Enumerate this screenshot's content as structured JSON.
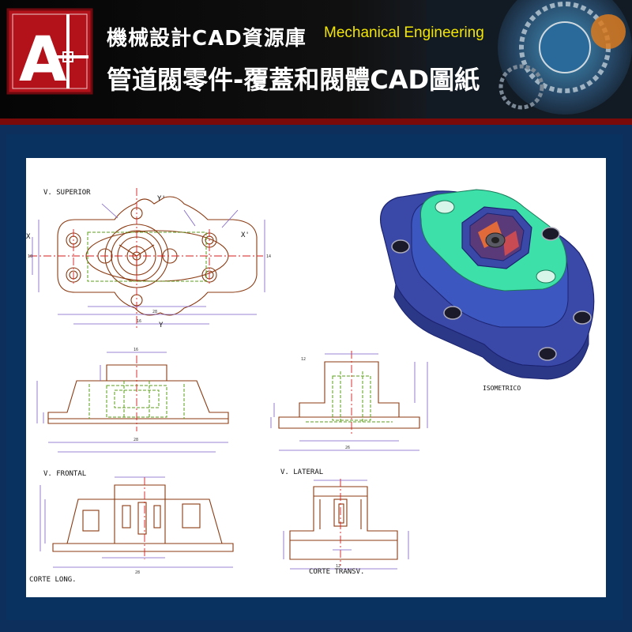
{
  "banner": {
    "title_cn": "機械設計CAD資源庫",
    "title_en": "Mechanical Engineering",
    "subtitle": "管道閥零件-覆蓋和閥體CAD圖紙"
  },
  "logo": {
    "letter": "A"
  },
  "drawing": {
    "views": {
      "top": "V. SUPERIOR",
      "front": "V. FRONTAL",
      "side": "V. LATERAL",
      "iso": "ISOMETRICO",
      "section_long": "CORTE LONG.",
      "section_trans": "CORTE TRANSV."
    },
    "axis_labels": {
      "x": "X",
      "x_prime": "X'",
      "y": "Y",
      "y_prime": "Y'"
    }
  },
  "colors": {
    "banner_bg": "#050505",
    "title_yellow": "#f2e600",
    "frame_blue": "#093260",
    "logo_red": "#b3121a",
    "object_line": "#8a3a12",
    "hidden_line": "#5aa21a",
    "center_line": "#d81b1b",
    "dimension_line": "#7a5cc8",
    "iso_body": "#3a48a8",
    "iso_top": "#3de0a8"
  }
}
